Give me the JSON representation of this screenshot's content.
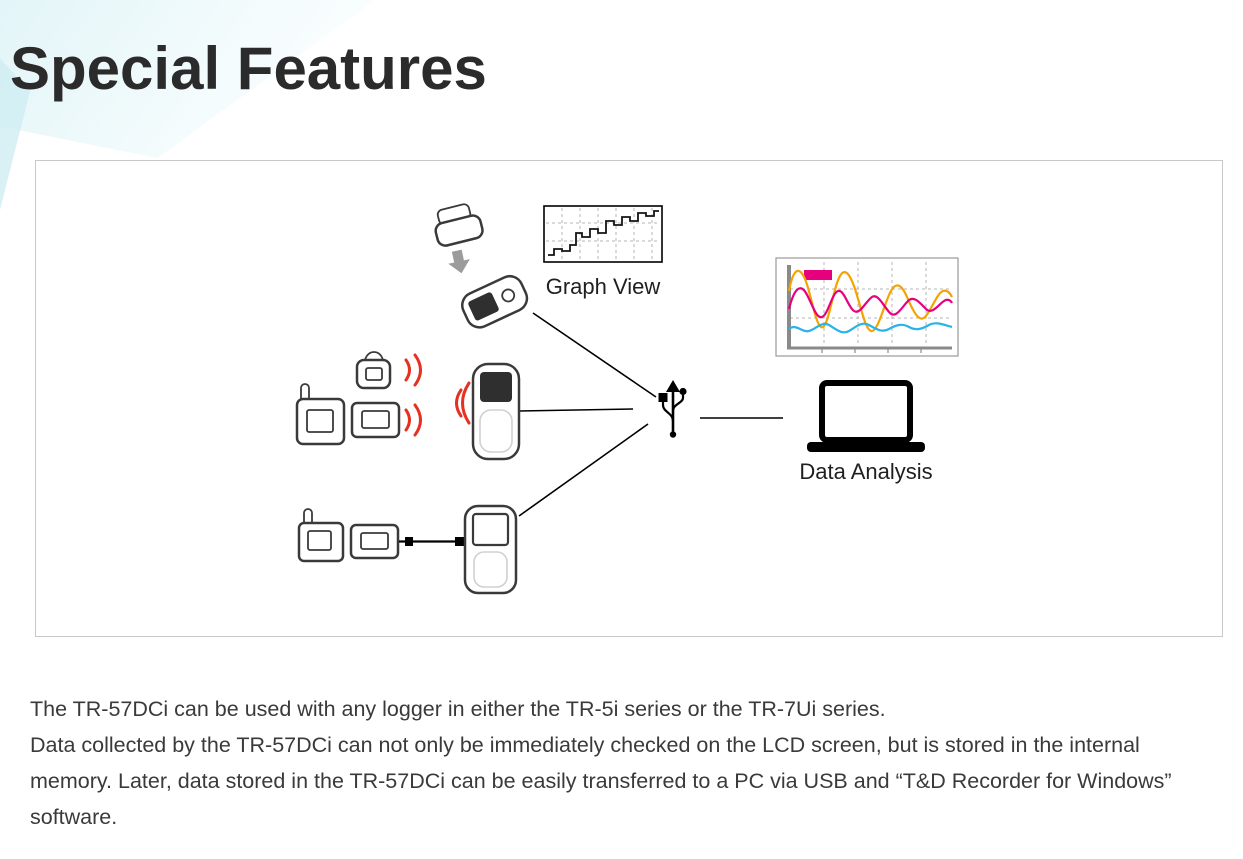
{
  "header": {
    "title": "Special Features"
  },
  "diagram": {
    "graph_view_label": "Graph View",
    "data_analysis_label": "Data Analysis"
  },
  "body_text": {
    "para1": "The TR-57DCi can be used with any logger in either the TR-5i series or the TR-7Ui series.",
    "para2": "Data collected by the TR-57DCi can not only be immediately checked on the LCD screen, but is stored in the internal memory. Later, data stored in the TR-57DCi can be easily transferred to a PC via USB and “T&D Recorder for Windows” software."
  },
  "colors": {
    "wireless_signal": "#e53122",
    "chart_pink": "#e6007e",
    "chart_orange": "#f5a300",
    "chart_cyan": "#2ab3e8",
    "accent_teal": "#cfeef3"
  }
}
